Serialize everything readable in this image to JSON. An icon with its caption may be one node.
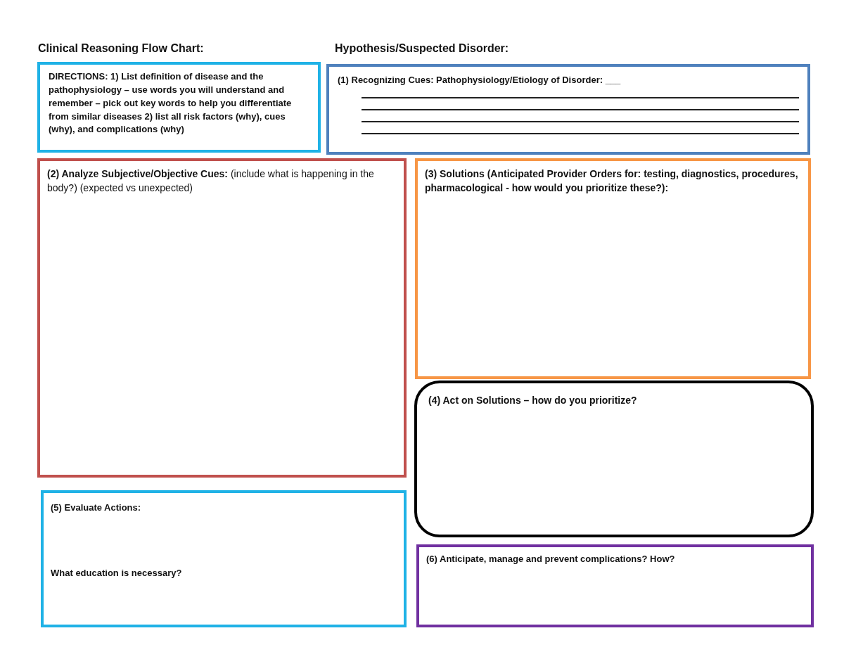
{
  "diagram": {
    "title": "Clinical Reasoning Flow Chart:",
    "nodes": [
      {
        "text": [
          "DIRECTIONS: 1) List definition of disease and the pathophysiology – use words you will understand and remember – pick out key words to help you differentiate from similar diseases  2) list all risk factors (why), cues (why), and complications (why)"
        ]
      },
      {
        "text": [
          "(1)  Recognizing Cues: Pathophysiology/Etiology of Disorder: ___"
        ]
      },
      {
        "text": [
          "**(2) Analyze Subjective/Objective Cues:** (include what is happening in the body?) (expected vs unexpected)"
        ]
      },
      {
        "text": [
          "(3) Solutions (Anticipated Provider Orders for: testing, diagnostics, procedures, pharmacological - how would you prioritize these?):"
        ]
      },
      {
        "text": [
          "(4) Act on Solutions – how do you prioritize?"
        ]
      },
      {
        "text": [
          "(5) Evaluate Actions:",
          "What education is necessary?"
        ]
      },
      {
        "text": [
          "(6) Anticipate, manage and prevent complications? How?"
        ]
      }
    ],
    "edges": [],
    "labels": [
      "Hypothesis/Suspected Disorder:"
    ]
  }
}
